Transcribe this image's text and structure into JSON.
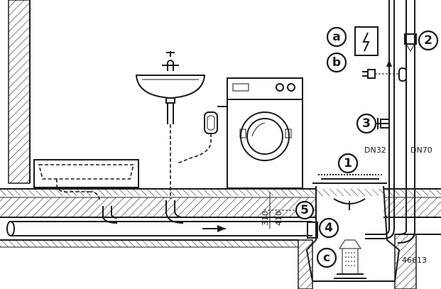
{
  "callouts": {
    "a": "a",
    "b": "b",
    "one": "1",
    "two": "2",
    "three": "3",
    "four": "4",
    "five": "5",
    "c": "c"
  },
  "labels": {
    "dn32": "DN32",
    "dn70": "DN70",
    "dim_310": "310",
    "dim_410": "410",
    "drawing_no": "46613"
  },
  "icons": {
    "power_symbol": "lightning-bolt"
  }
}
